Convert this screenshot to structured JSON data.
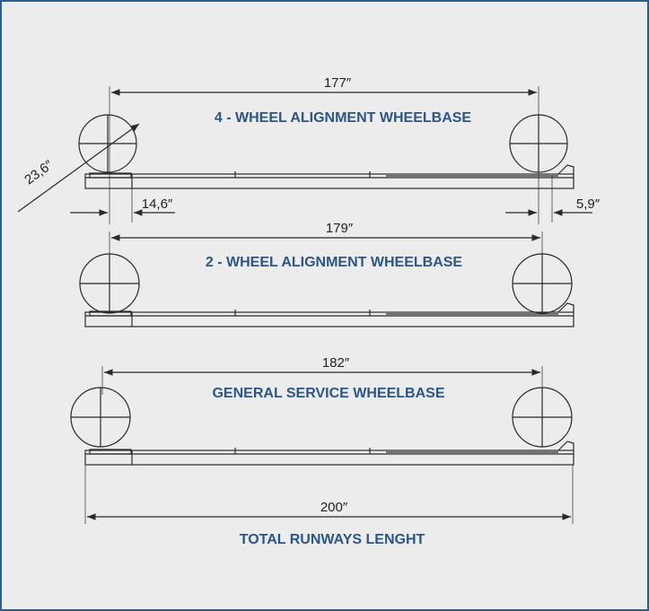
{
  "colors": {
    "frame_border": "#2f5d8f",
    "background": "#ececed",
    "heading": "#2c5688",
    "line": "#2a2a2a"
  },
  "sections": [
    {
      "heading": "4 - WHEEL ALIGNMENT WHEELBASE",
      "wheelbase": "177″"
    },
    {
      "heading": "2 - WHEEL ALIGNMENT WHEELBASE",
      "wheelbase": "179″"
    },
    {
      "heading": "GENERAL SERVICE WHEELBASE",
      "wheelbase": "182″"
    }
  ],
  "dimensions": {
    "tire_diameter": "23,6″",
    "front_offset": "14,6″",
    "rear_offset": "5,9″"
  },
  "total": {
    "value": "200″",
    "heading": "TOTAL RUNWAYS LENGHT"
  }
}
